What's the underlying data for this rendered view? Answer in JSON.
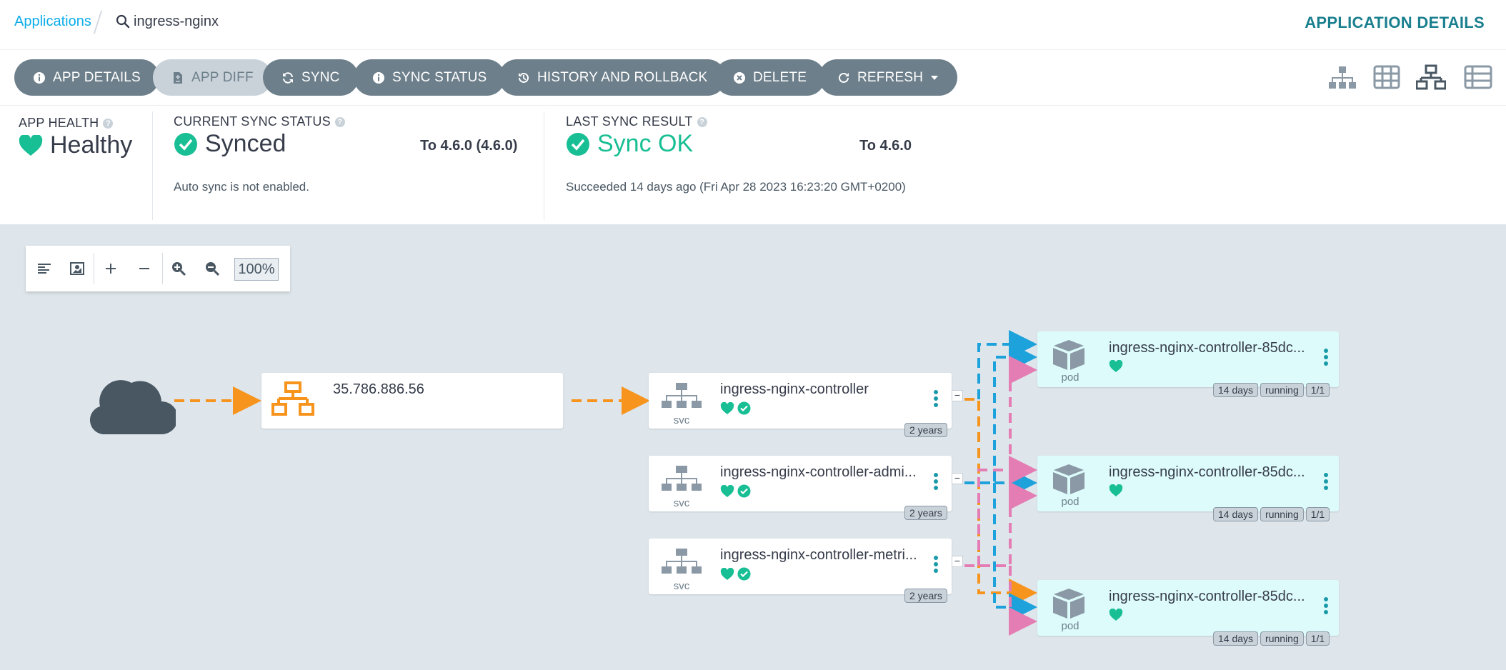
{
  "breadcrumb": {
    "root": "Applications",
    "current": "ingress-nginx"
  },
  "page_title": "APPLICATION DETAILS",
  "toolbar": {
    "app_details": "APP DETAILS",
    "app_diff": "APP DIFF",
    "sync": "SYNC",
    "sync_status": "SYNC STATUS",
    "history": "HISTORY AND ROLLBACK",
    "delete": "DELETE",
    "refresh": "REFRESH",
    "views": [
      "tree-view-icon",
      "pods-view-icon",
      "network-view-icon",
      "list-view-icon"
    ]
  },
  "status": {
    "app_health_label": "APP HEALTH",
    "app_health": "Healthy",
    "current_sync_label": "CURRENT SYNC STATUS",
    "current_sync": "Synced",
    "current_sync_to": "To 4.6.0 (4.6.0)",
    "auto_sync_note": "Auto sync is not enabled.",
    "last_sync_label": "LAST SYNC RESULT",
    "last_sync": "Sync OK",
    "last_sync_to": "To 4.6.0",
    "last_sync_note": "Succeeded 14 days ago (Fri Apr 28 2023 16:23:20 GMT+0200)"
  },
  "zoom": {
    "level": "100%"
  },
  "graph": {
    "load_balancer": {
      "title": "35.786.886.56"
    },
    "services": [
      {
        "title": "ingress-nginx-controller",
        "kind": "svc",
        "age": "2 years"
      },
      {
        "title": "ingress-nginx-controller-admi...",
        "kind": "svc",
        "age": "2 years"
      },
      {
        "title": "ingress-nginx-controller-metri...",
        "kind": "svc",
        "age": "2 years"
      }
    ],
    "pods": [
      {
        "title": "ingress-nginx-controller-85dc...",
        "kind": "pod",
        "age": "14 days",
        "state": "running",
        "ready": "1/1"
      },
      {
        "title": "ingress-nginx-controller-85dc...",
        "kind": "pod",
        "age": "14 days",
        "state": "running",
        "ready": "1/1"
      },
      {
        "title": "ingress-nginx-controller-85dc...",
        "kind": "pod",
        "age": "14 days",
        "state": "running",
        "ready": "1/1"
      }
    ]
  },
  "colors": {
    "accent": "#18be94",
    "button": "#6d7f8b",
    "link": "#0dadea",
    "edge_orange": "#f7941d",
    "edge_blue": "#1da2db",
    "edge_pink": "#e47db4",
    "canvas": "#dee6eb",
    "pod_bg": "#ddfbfb"
  }
}
